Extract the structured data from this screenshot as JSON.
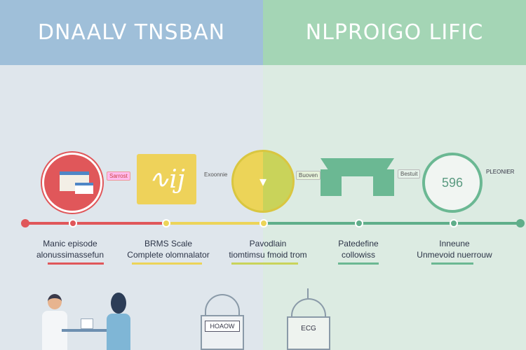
{
  "header": {
    "left_title": "DNAALV TNSBAN",
    "right_title": "NLPROIGO LIFIC"
  },
  "steps": [
    {
      "line1": "Manic episode",
      "line2": "alonussimassefun",
      "tag": "Sarrost"
    },
    {
      "line1": "BRMS Scale",
      "line2": "Complete olomnalator",
      "tag": "Exoonnie"
    },
    {
      "line1": "Pavodlain",
      "line2": "tiomtimsu fmoid trom",
      "tag": "Buoven"
    },
    {
      "line1": "Patedefine",
      "line2": "collowiss",
      "tag": "Bestuit"
    },
    {
      "line1": "Inneune",
      "line2": "Unmevoid nuerrouw",
      "tag": "PLEONIER"
    }
  ],
  "score": "596",
  "bottom": {
    "sign1": "HOAOW",
    "sign2": "ECG"
  },
  "colors": {
    "red": "#e0575a",
    "yellow": "#ecd458",
    "green": "#5fae8a"
  }
}
